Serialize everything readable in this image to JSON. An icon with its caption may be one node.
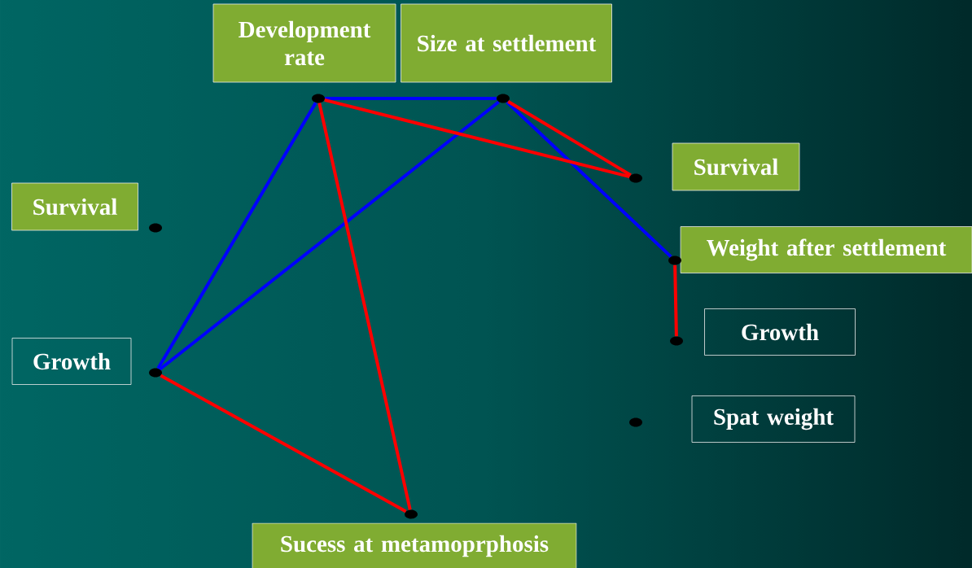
{
  "diagram": {
    "nodes": [
      {
        "text": [
          "Development rate"
        ]
      },
      {
        "text": [
          "Size at settlement"
        ]
      },
      {
        "text": [
          "Survival"
        ]
      },
      {
        "text": [
          "Survival"
        ]
      },
      {
        "text": [
          "Weight after settlement"
        ]
      },
      {
        "text": [
          "Growth"
        ]
      },
      {
        "text": [
          "Growth"
        ]
      },
      {
        "text": [
          "Spat weight"
        ]
      },
      {
        "text": [
          "Sucess at metamoprphosis"
        ]
      },
      {
        "text": [],
        "shape": "circle"
      },
      {
        "text": [],
        "shape": "circle"
      },
      {
        "text": [],
        "shape": "circle"
      },
      {
        "text": [],
        "shape": "circle"
      },
      {
        "text": [],
        "shape": "circle"
      },
      {
        "text": [],
        "shape": "circle"
      },
      {
        "text": [],
        "shape": "circle"
      },
      {
        "text": [],
        "shape": "circle"
      },
      {
        "text": [],
        "shape": "circle"
      }
    ],
    "edges": [
      {
        "from": 11,
        "to": 13,
        "arrow": "none",
        "color": "#0000ff"
      },
      {
        "from": 11,
        "to": 10,
        "arrow": "none",
        "color": "#0000ff"
      },
      {
        "from": 13,
        "to": 10,
        "arrow": "none",
        "color": "#0000ff"
      },
      {
        "from": 13,
        "to": 16,
        "arrow": "none",
        "color": "#0000ff"
      },
      {
        "from": 11,
        "to": 14,
        "arrow": "none"
      },
      {
        "from": 11,
        "to": 12,
        "arrow": "none"
      },
      {
        "from": 13,
        "to": 14,
        "arrow": "none"
      },
      {
        "from": 10,
        "to": 12,
        "arrow": "none"
      },
      {
        "from": 16,
        "to": 17,
        "arrow": "none"
      }
    ]
  }
}
